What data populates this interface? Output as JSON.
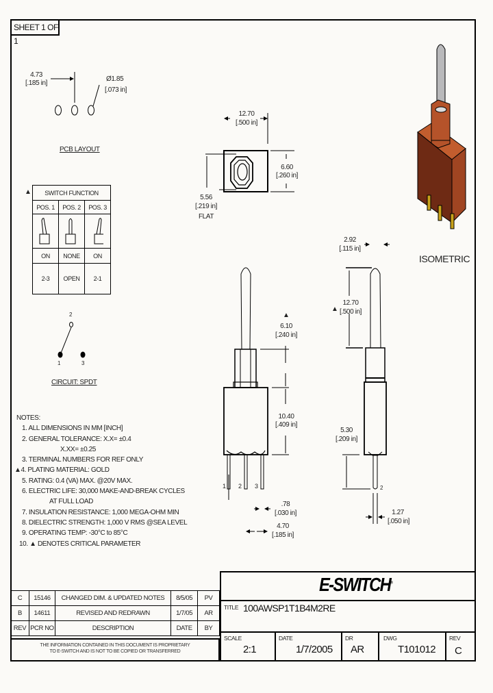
{
  "sheet": {
    "label": "SHEET 1 OF 1"
  },
  "pcb_layout": {
    "pitch_mm": "4.73",
    "pitch_in": "[.185 in]",
    "hole_dia_mm": "Ø1.85",
    "hole_dia_in": "[.073 in]",
    "caption": "PCB LAYOUT"
  },
  "top_view": {
    "width_mm": "12.70",
    "width_in": "[.500 in]",
    "height_mm": "6.60",
    "height_in": "[.260 in]",
    "flat_mm": "5.56",
    "flat_in": "[.219 in]",
    "flat_label": "FLAT"
  },
  "isometric": {
    "caption": "ISOMETRIC"
  },
  "switch_function": {
    "critical_marker": "▲",
    "title": "SWITCH FUNCTION",
    "headers": [
      "POS. 1",
      "POS. 2",
      "POS. 3"
    ],
    "states": [
      "ON",
      "NONE",
      "ON"
    ],
    "connections": [
      "2-3",
      "OPEN",
      "2-1"
    ]
  },
  "circuit": {
    "terminal_top": "2",
    "terminal_left": "1",
    "terminal_right": "3",
    "caption": "CIRCUIT: SPDT"
  },
  "front_view": {
    "bushing_mm": "6.10",
    "bushing_in": "[.240 in]",
    "body_mm": "10.40",
    "body_in": "[.409 in]",
    "pin_labels": [
      "1",
      "2",
      "3"
    ],
    "pin_w_mm": ".78",
    "pin_w_in": "[.030 in]",
    "pitch_mm": "4.70",
    "pitch_in": "[.185 in]"
  },
  "side_view": {
    "lever_w_mm": "2.92",
    "lever_w_in": "[.115 in]",
    "lever_h_mm": "12.70",
    "lever_h_in": "[.500 in]",
    "pin_len_mm": "5.30",
    "pin_len_in": "[.209 in]",
    "pin_label": "2",
    "pin_pitch_mm": "1.27",
    "pin_pitch_in": "[.050 in]"
  },
  "notes": {
    "title": "NOTES:",
    "items": [
      "1. ALL DIMENSIONS IN MM [INCH]",
      "2. GENERAL TOLERANCE: X.X= ±0.4",
      "X.XX= ±0.25",
      "3. TERMINAL NUMBERS FOR REF ONLY",
      "▲4. PLATING MATERIAL: GOLD",
      "5. RATING: 0.4 (VA) MAX. @20V MAX.",
      "6. ELECTRIC LIFE: 30,000 MAKE-AND-BREAK CYCLES",
      "AT FULL LOAD",
      "7. INSULATION RESISTANCE: 1,000 MEGA-OHM MIN",
      "8. DIELECTRIC STRENGTH: 1,000 V RMS @SEA LEVEL",
      "9. OPERATING TEMP: -30°C to 85°C",
      "10. ▲ DENOTES CRITICAL PARAMETER"
    ]
  },
  "revisions": {
    "rows": [
      {
        "rev": "C",
        "pcr": "15146",
        "description": "CHANGED DIM. & UPDATED NOTES",
        "date": "8/5/05",
        "by": "PV"
      },
      {
        "rev": "B",
        "pcr": "14611",
        "description": "REVISED AND REDRAWN",
        "date": "1/7/05",
        "by": "AR"
      }
    ],
    "headers": {
      "rev": "REV",
      "pcr": "PCR NO",
      "description": "DESCRIPTION",
      "date": "DATE",
      "by": "BY"
    },
    "proprietary_line1": "THE INFORMATION CONTAINED IN THIS DOCUMENT IS PROPRIETARY",
    "proprietary_line2": "TO E-SWITCH AND IS NOT TO BE COPIED OR TRANSFERRED"
  },
  "title_block": {
    "logo": "E-SWITCH",
    "logo_mark": "®",
    "title_label": "TITLE",
    "title_value": "100AWSP1T1B4M2RE",
    "scale_label": "SCALE",
    "scale_value": "2:1",
    "date_label": "DATE",
    "date_value": "1/7/2005",
    "dr_label": "DR",
    "dr_value": "AR",
    "dwg_label": "DWG",
    "dwg_value": "T101012",
    "rev_label": "REV",
    "rev_value": "C"
  },
  "colors": {
    "body_orange": "#b5532a",
    "body_dark": "#6e2a14",
    "lever_gray": "#b9b9bb",
    "pin_gold": "#c9a21a",
    "background": "#fbfaf7"
  }
}
